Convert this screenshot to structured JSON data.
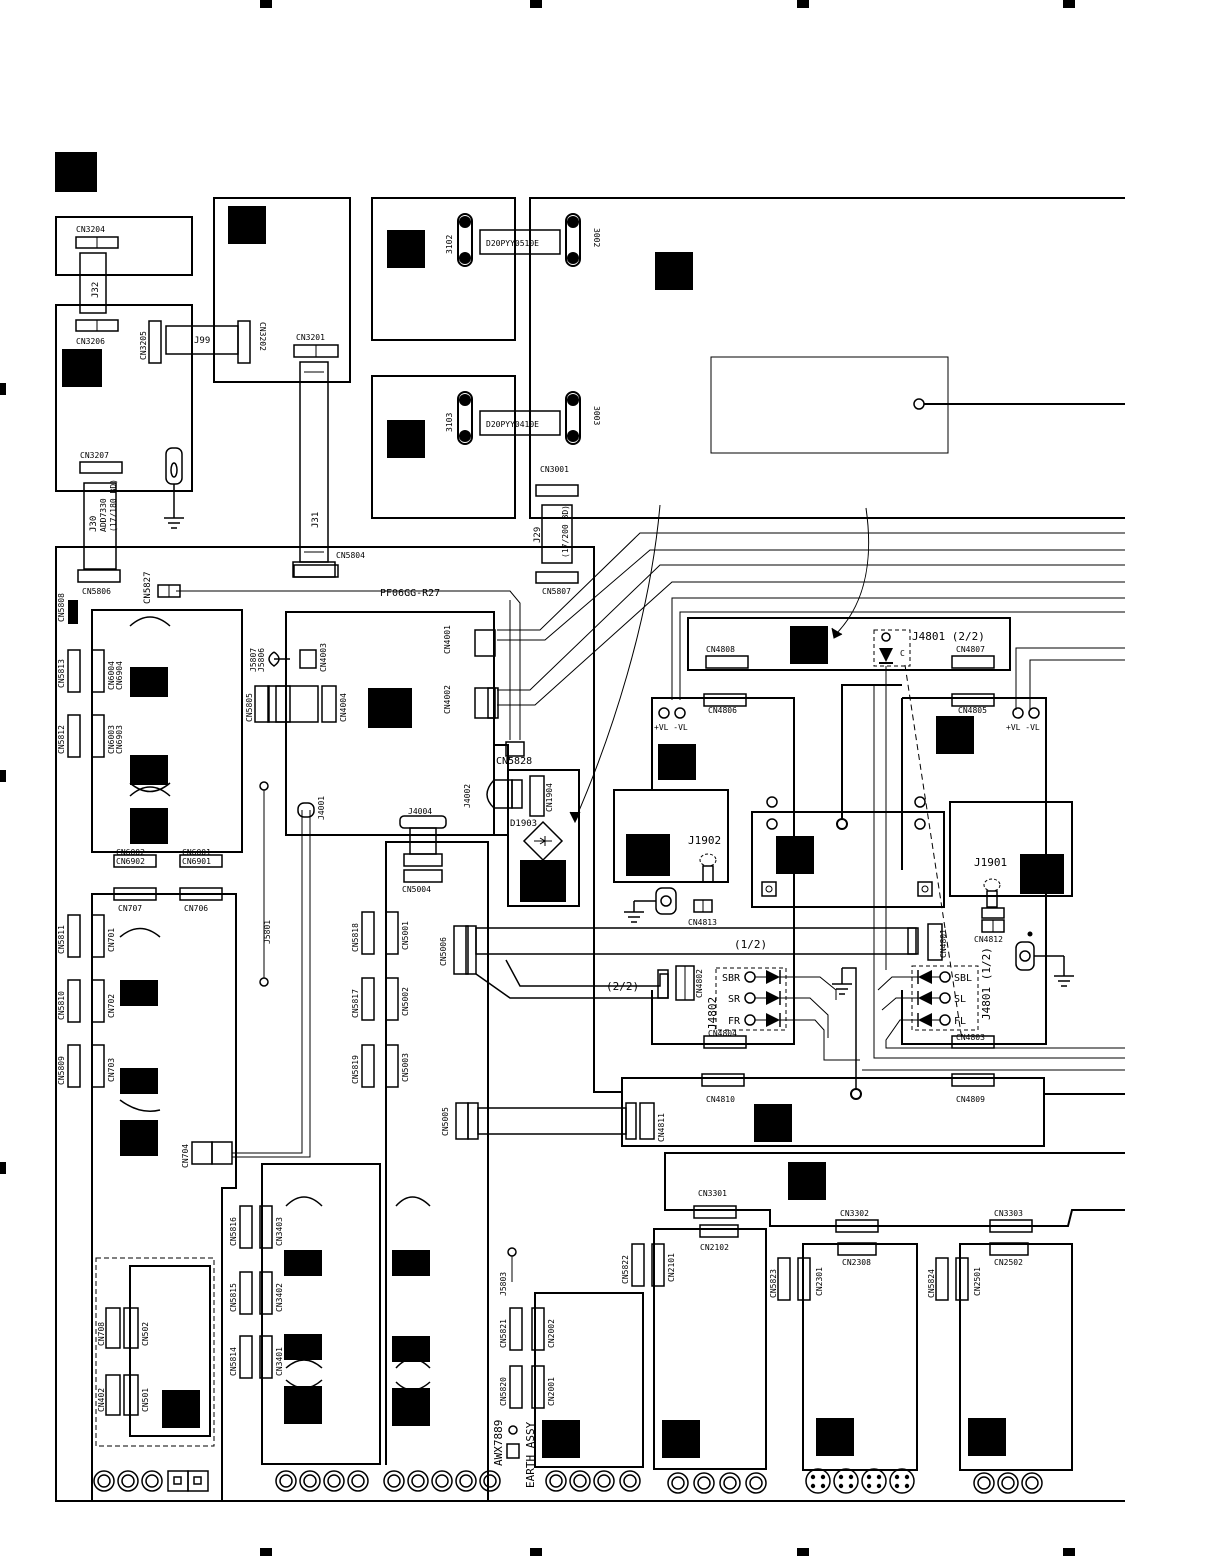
{
  "colors": {
    "ink": "#000000",
    "paper": "#ffffff"
  },
  "labels": {
    "cn3204": "CN3204",
    "j32": "J32",
    "cn3206": "CN3206",
    "cn3205": "CN3205",
    "j99": "J99",
    "cn3202": "CN3202",
    "cn3201": "CN3201",
    "cn3207": "CN3207",
    "j30_line1": "J30",
    "j30_line2": "ADD7330",
    "j30_line3": "(17/180 BD)",
    "j31": "J31",
    "n3102": "3102",
    "n3002": "3002",
    "n3103": "3103",
    "n3003": "3003",
    "d20_top": "D20PYY0510E",
    "d20_bottom": "D20PYY0410E",
    "cn3001": "CN3001",
    "j29_line1": "J29",
    "j29_line2": "(17/200 BD)",
    "cn5804": "CN5804",
    "cn5806": "CN5806",
    "cn5807": "CN5807",
    "cn5827": "CN5827",
    "pf06": "PF06GG-R27",
    "cn5808": "CN5808",
    "cn5813": "CN5813",
    "cn6004": "CN6004",
    "cn6904": "CN6904",
    "cn5812": "CN5812",
    "cn6003": "CN6003",
    "cn6903": "CN6903",
    "cn6002": "CN6002",
    "cn6902": "CN6902",
    "cn6001": "CN6001",
    "cn6901": "CN6901",
    "cn707": "CN707",
    "cn706": "CN706",
    "cn5811": "CN5811",
    "cn701": "CN701",
    "cn5810": "CN5810",
    "cn702": "CN702",
    "cn5809": "CN5809",
    "cn703": "CN703",
    "cn704": "CN704",
    "j5801": "J5801",
    "j5807": "J5807",
    "j5806": "J5806",
    "cn4003": "CN4003",
    "cn5805": "CN5805",
    "cn4004": "CN4004",
    "cn4001": "CN4001",
    "cn4002": "CN4002",
    "cn5828": "CN5828",
    "j4001": "J4001",
    "j4004": "J4004",
    "j4002": "J4002",
    "cn1904": "CN1904",
    "d1903": "D1903",
    "cn5004": "CN5004",
    "cn5818": "CN5818",
    "cn5001": "CN5001",
    "cn5817": "CN5817",
    "cn5002": "CN5002",
    "cn5819": "CN5819",
    "cn5003": "CN5003",
    "cn5006": "CN5006",
    "cn5005": "CN5005",
    "cn4811": "CN4811",
    "cn4808": "CN4808",
    "j4801_22": "J4801 (2/2)",
    "c": "C",
    "cn4807": "CN4807",
    "cn4806": "CN4806",
    "cn4805": "CN4805",
    "vl": "+VL -VL",
    "j1902": "J1902",
    "cn4813": "CN4813",
    "j1901": "J1901",
    "cn4812": "CN4812",
    "cn4801": "CN4801",
    "half1": "(1/2)",
    "half2": "(2/2)",
    "cn4802": "CN4802",
    "j4802": "J4802",
    "sbr": "SBR",
    "sr": "SR",
    "fr": "FR",
    "sbl": "SBL",
    "sl": "SL",
    "fl": "FL",
    "j4801_12": "J4801 (1/2)",
    "cn4804": "CN4804",
    "cn4803": "CN4803",
    "cn4810": "CN4810",
    "cn4809": "CN4809",
    "cn3301": "CN3301",
    "cn3302": "CN3302",
    "cn3303": "CN3303",
    "cn2102": "CN2102",
    "cn2308": "CN2308",
    "cn2502": "CN2502",
    "cn5822": "CN5822",
    "cn2101": "CN2101",
    "cn5823": "CN5823",
    "cn2301": "CN2301",
    "cn5824": "CN5824",
    "cn2501": "CN2501",
    "cn5816": "CN5816",
    "cn3403": "CN3403",
    "cn5815": "CN5815",
    "cn3402": "CN3402",
    "cn5814": "CN5814",
    "cn3401": "CN3401",
    "cn708": "CN708",
    "cn502": "CN502",
    "cn402": "CN402",
    "cn501": "CN501",
    "j5803": "J5803",
    "cn5821": "CN5821",
    "cn2002": "CN2002",
    "cn5820": "CN5820",
    "cn2001": "CN2001",
    "awx": "AWX7889",
    "earth": "EARTH ASSY"
  }
}
